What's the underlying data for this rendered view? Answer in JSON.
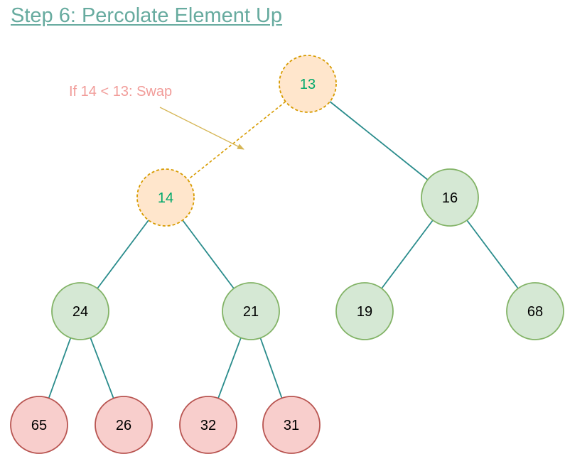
{
  "title": "Step 6: Percolate Element Up",
  "annotation": "If 14 < 13: Swap",
  "colors": {
    "title": "#67AB9F",
    "annotation": "#F19C99",
    "arrow": "#D6B656",
    "edge": "#2A8C8C",
    "highlight_fill": "#FFE6CC",
    "highlight_stroke": "#D79B00",
    "highlight_text": "#00A86B",
    "green_fill": "#D5E8D4",
    "green_stroke": "#82B366",
    "red_fill": "#F8CECC",
    "red_stroke": "#B85450",
    "node_text": "#000000"
  },
  "nodes": [
    {
      "id": "n13",
      "label": "13",
      "style": "highlight"
    },
    {
      "id": "n14",
      "label": "14",
      "style": "highlight"
    },
    {
      "id": "n16",
      "label": "16",
      "style": "green"
    },
    {
      "id": "n24",
      "label": "24",
      "style": "green"
    },
    {
      "id": "n21",
      "label": "21",
      "style": "green"
    },
    {
      "id": "n19",
      "label": "19",
      "style": "green"
    },
    {
      "id": "n68",
      "label": "68",
      "style": "green"
    },
    {
      "id": "n65",
      "label": "65",
      "style": "red"
    },
    {
      "id": "n26",
      "label": "26",
      "style": "red"
    },
    {
      "id": "n32",
      "label": "32",
      "style": "red"
    },
    {
      "id": "n31",
      "label": "31",
      "style": "red"
    }
  ],
  "edges": [
    {
      "from": "n13",
      "to": "n14",
      "style": "dashed"
    },
    {
      "from": "n13",
      "to": "n16",
      "style": "solid"
    },
    {
      "from": "n14",
      "to": "n24",
      "style": "solid"
    },
    {
      "from": "n14",
      "to": "n21",
      "style": "solid"
    },
    {
      "from": "n16",
      "to": "n19",
      "style": "solid"
    },
    {
      "from": "n16",
      "to": "n68",
      "style": "solid"
    },
    {
      "from": "n24",
      "to": "n65",
      "style": "solid"
    },
    {
      "from": "n24",
      "to": "n26",
      "style": "solid"
    },
    {
      "from": "n21",
      "to": "n32",
      "style": "solid"
    },
    {
      "from": "n21",
      "to": "n31",
      "style": "solid"
    }
  ]
}
